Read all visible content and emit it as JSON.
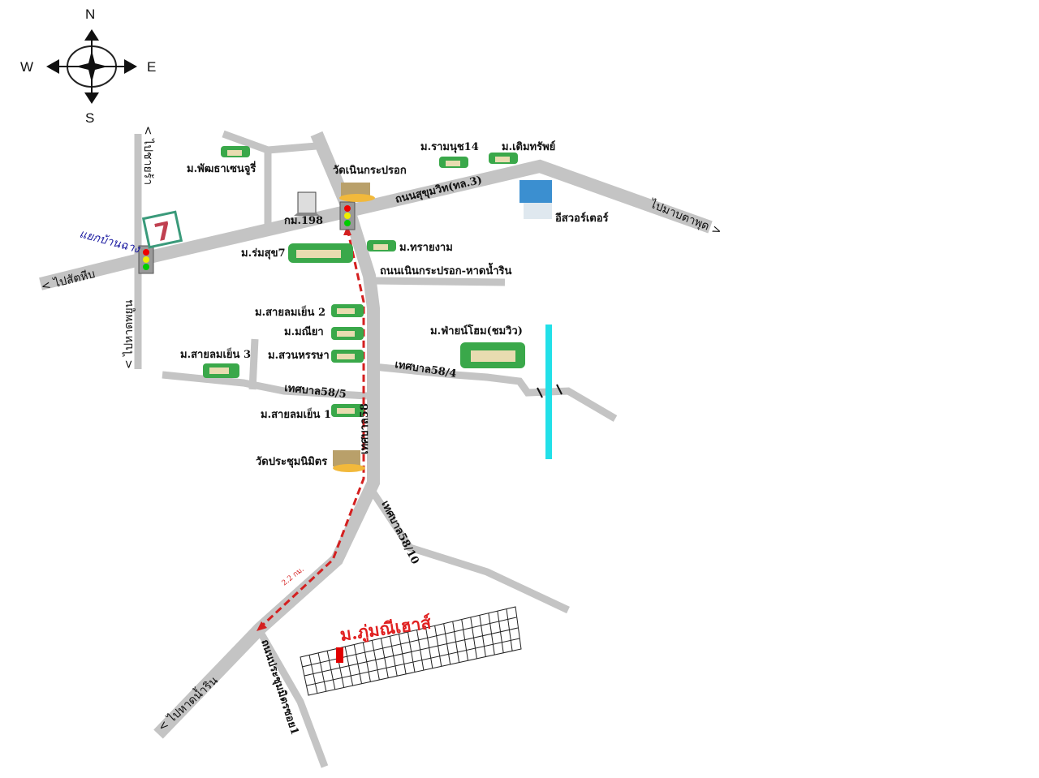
{
  "compass": {
    "north": "N",
    "south": "S",
    "east": "E",
    "west": "W"
  },
  "directions": {
    "to_north": "ไปชายร้า",
    "to_south": "ไปหาดพยูน",
    "to_west": "ไปสัตหีบ",
    "to_east": "ไปมาบตาพุด",
    "to_southwest": "ไปหาดน้ำริน"
  },
  "junction": "แยกบ้านฉาง",
  "roads": {
    "sukhumvit": "ถนนสุขุมวิท(ทล.3)",
    "km_marker": "กม.198",
    "noen_road": "ถนนเนินกระปรอก-หาดน้ำริน",
    "tessaban58": "เทศบาล58",
    "tessaban58_4": "เทศบาล58/4",
    "tessaban58_5": "เทศบาล58/5",
    "tessaban58_10": "เทศบาล58/10",
    "prachum_road": "ถนนประชุมมิตรซอย1"
  },
  "places": {
    "wat_noen": "วัดเนินกระปรอก",
    "wat_prachum": "วัดประชุมนิมิตร",
    "eastwater": "อีสวอร์เตอร์",
    "pattha": "ม.พัฒธาเซนจูรี่",
    "raman14": "ม.รามนุช14",
    "toem": "ม.เติมทรัพย์",
    "romsuk7": "ม.ร่มสุข7",
    "sai_ngam": "ม.ทรายงาม",
    "saylom2": "ม.สายลมเย็น 2",
    "maneeya": "ม.มณียา",
    "suan": "ม.สวนหรรษา",
    "saylom3": "ม.สายลมเย็น 3",
    "saylom1": "ม.สายลมเย็น 1",
    "fairn": "ม.ฟ่ายน์โฮม(ชมวิว)"
  },
  "destination": "ม.ภู่มณีเฮาส์",
  "route_distance": "2.2 กม.",
  "colors": {
    "road": "#c4c4c4",
    "route": "#d42020",
    "river": "#22e0e8",
    "junction_label": "#1a1aa0"
  }
}
